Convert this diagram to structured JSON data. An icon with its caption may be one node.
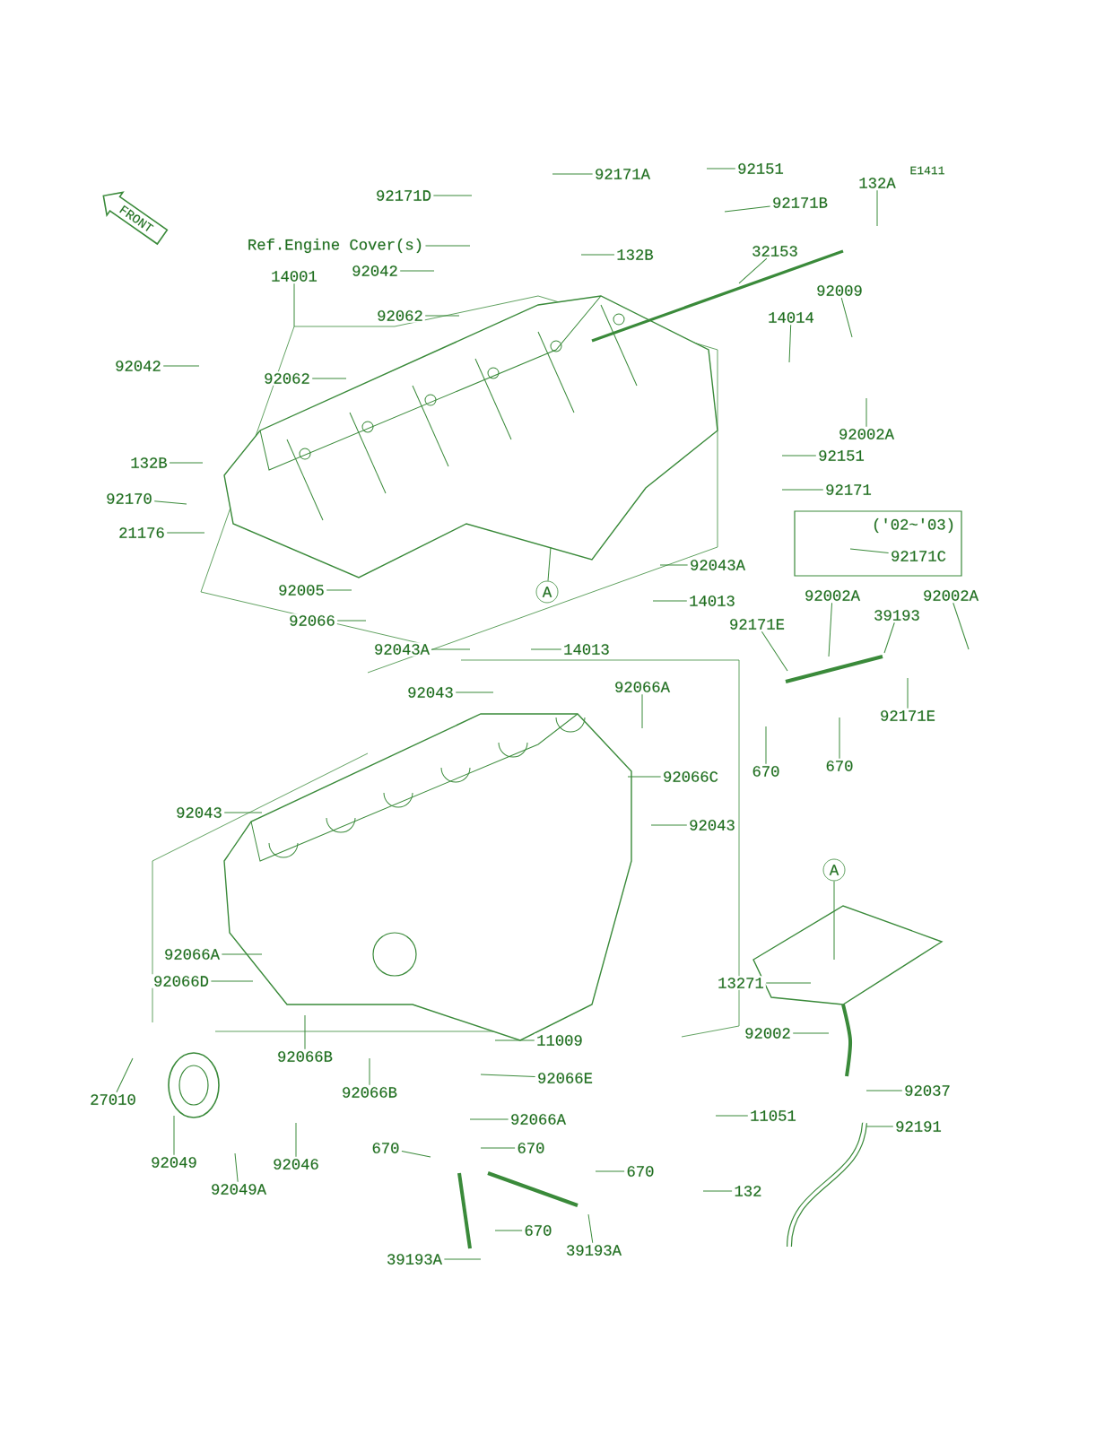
{
  "diagram": {
    "nodes": [
      {
        "text": [
          "92171D"
        ]
      },
      {
        "text": [
          "92171A"
        ]
      },
      {
        "text": [
          "92151"
        ]
      },
      {
        "text": [
          "132A"
        ]
      },
      {
        "text": [
          "92171B"
        ]
      },
      {
        "text": [
          "Ref.Engine Cover(s)"
        ]
      },
      {
        "text": [
          "32153"
        ]
      },
      {
        "text": [
          "132B"
        ]
      },
      {
        "text": [
          "92042"
        ]
      },
      {
        "text": [
          "14001"
        ]
      },
      {
        "text": [
          "92009"
        ]
      },
      {
        "text": [
          "92062"
        ]
      },
      {
        "text": [
          "14014"
        ]
      },
      {
        "text": [
          "92042"
        ]
      },
      {
        "text": [
          "92062"
        ]
      },
      {
        "text": [
          "92002A"
        ]
      },
      {
        "text": [
          "92151"
        ]
      },
      {
        "text": [
          "132B"
        ]
      },
      {
        "text": [
          "92171"
        ]
      },
      {
        "text": [
          "92170"
        ]
      },
      {
        "text": [
          "('02~'03)"
        ]
      },
      {
        "text": [
          "92171C"
        ],
        "in": 20
      },
      {
        "text": [
          "21176"
        ]
      },
      {
        "text": [
          "92043A"
        ]
      },
      {
        "text": [
          "92005"
        ]
      },
      {
        "text": [
          "92002A"
        ]
      },
      {
        "text": [
          "92002A"
        ]
      },
      {
        "text": [
          "14013"
        ]
      },
      {
        "text": [
          "39193"
        ]
      },
      {
        "text": [
          "92066"
        ]
      },
      {
        "text": [
          "92171E"
        ]
      },
      {
        "text": [
          "92043A"
        ]
      },
      {
        "text": [
          "14013"
        ]
      },
      {
        "text": [
          "92066A"
        ]
      },
      {
        "text": [
          "92043"
        ]
      },
      {
        "text": [
          "92171E"
        ]
      },
      {
        "text": [
          "670"
        ]
      },
      {
        "text": [
          "670"
        ]
      },
      {
        "text": [
          "92066C"
        ]
      },
      {
        "text": [
          "92043"
        ]
      },
      {
        "text": [
          "92043"
        ]
      },
      {
        "text": [
          "92066A"
        ]
      },
      {
        "text": [
          "92066D"
        ]
      },
      {
        "text": [
          "13271"
        ]
      },
      {
        "text": [
          "92002"
        ]
      },
      {
        "text": [
          "11009"
        ]
      },
      {
        "text": [
          "92066B"
        ]
      },
      {
        "text": [
          "92066E"
        ]
      },
      {
        "text": [
          "92037"
        ]
      },
      {
        "text": [
          "92066B"
        ]
      },
      {
        "text": [
          "92066A"
        ]
      },
      {
        "text": [
          "27010"
        ]
      },
      {
        "text": [
          "11051"
        ]
      },
      {
        "text": [
          "92191"
        ]
      },
      {
        "text": [
          "670"
        ]
      },
      {
        "text": [
          "670"
        ]
      },
      {
        "text": [
          "92049"
        ]
      },
      {
        "text": [
          "92046"
        ]
      },
      {
        "text": [
          "670"
        ]
      },
      {
        "text": [
          "92049A"
        ]
      },
      {
        "text": [
          "132"
        ]
      },
      {
        "text": [
          "670"
        ]
      },
      {
        "text": [
          "39193A"
        ]
      },
      {
        "text": [
          "39193A"
        ]
      },
      {
        "text": [
          "FRONT"
        ]
      },
      {
        "text": [
          "A"
        ]
      },
      {
        "text": [
          "A"
        ]
      }
    ],
    "edges": [
      {
        "from": 0,
        "to": null,
        "arrow": "none"
      },
      {
        "from": 1,
        "to": null,
        "arrow": "none"
      },
      {
        "from": 2,
        "to": null,
        "arrow": "none"
      },
      {
        "from": 3,
        "to": null,
        "arrow": "none"
      },
      {
        "from": 4,
        "to": null,
        "arrow": "none"
      },
      {
        "from": 5,
        "to": null,
        "arrow": "none"
      },
      {
        "from": 6,
        "to": null,
        "arrow": "none"
      },
      {
        "from": 7,
        "to": null,
        "arrow": "none"
      },
      {
        "from": 8,
        "to": null,
        "arrow": "none"
      },
      {
        "from": 9,
        "to": null,
        "arrow": "none"
      },
      {
        "from": 10,
        "to": null,
        "arrow": "none"
      },
      {
        "from": 11,
        "to": null,
        "arrow": "none"
      },
      {
        "from": 12,
        "to": null,
        "arrow": "none"
      },
      {
        "from": 13,
        "to": null,
        "arrow": "none"
      },
      {
        "from": 14,
        "to": null,
        "arrow": "none"
      },
      {
        "from": 15,
        "to": null,
        "arrow": "none"
      },
      {
        "from": 16,
        "to": null,
        "arrow": "none"
      },
      {
        "from": 17,
        "to": null,
        "arrow": "none"
      },
      {
        "from": 18,
        "to": null,
        "arrow": "none"
      },
      {
        "from": 19,
        "to": null,
        "arrow": "none"
      },
      {
        "from": 21,
        "to": null,
        "arrow": "none"
      },
      {
        "from": 22,
        "to": null,
        "arrow": "none"
      },
      {
        "from": 23,
        "to": null,
        "arrow": "none"
      },
      {
        "from": 24,
        "to": null,
        "arrow": "none"
      },
      {
        "from": 25,
        "to": null,
        "arrow": "none"
      },
      {
        "from": 26,
        "to": null,
        "arrow": "none"
      },
      {
        "from": 27,
        "to": null,
        "arrow": "none"
      },
      {
        "from": 28,
        "to": null,
        "arrow": "none"
      },
      {
        "from": 29,
        "to": null,
        "arrow": "none"
      },
      {
        "from": 30,
        "to": null,
        "arrow": "none"
      },
      {
        "from": 31,
        "to": null,
        "arrow": "none"
      },
      {
        "from": 32,
        "to": null,
        "arrow": "none"
      },
      {
        "from": 33,
        "to": null,
        "arrow": "none"
      },
      {
        "from": 34,
        "to": null,
        "arrow": "none"
      },
      {
        "from": 35,
        "to": null,
        "arrow": "none"
      },
      {
        "from": 36,
        "to": null,
        "arrow": "none"
      },
      {
        "from": 37,
        "to": null,
        "arrow": "none"
      },
      {
        "from": 38,
        "to": null,
        "arrow": "none"
      },
      {
        "from": 39,
        "to": null,
        "arrow": "none"
      },
      {
        "from": 40,
        "to": null,
        "arrow": "none"
      },
      {
        "from": 41,
        "to": null,
        "arrow": "none"
      },
      {
        "from": 42,
        "to": null,
        "arrow": "none"
      },
      {
        "from": 43,
        "to": null,
        "arrow": "none"
      },
      {
        "from": 44,
        "to": null,
        "arrow": "none"
      },
      {
        "from": 45,
        "to": null,
        "arrow": "none"
      },
      {
        "from": 46,
        "to": null,
        "arrow": "none"
      },
      {
        "from": 47,
        "to": null,
        "arrow": "none"
      },
      {
        "from": 48,
        "to": null,
        "arrow": "none"
      },
      {
        "from": 49,
        "to": null,
        "arrow": "none"
      },
      {
        "from": 50,
        "to": null,
        "arrow": "none"
      },
      {
        "from": 51,
        "to": null,
        "arrow": "none"
      },
      {
        "from": 52,
        "to": null,
        "arrow": "none"
      },
      {
        "from": 53,
        "to": null,
        "arrow": "none"
      },
      {
        "from": 54,
        "to": null,
        "arrow": "none"
      },
      {
        "from": 55,
        "to": null,
        "arrow": "none"
      },
      {
        "from": 56,
        "to": null,
        "arrow": "none"
      },
      {
        "from": 57,
        "to": null,
        "arrow": "none"
      },
      {
        "from": 58,
        "to": null,
        "arrow": "none"
      },
      {
        "from": 59,
        "to": null,
        "arrow": "none"
      },
      {
        "from": 60,
        "to": null,
        "arrow": "none"
      },
      {
        "from": 61,
        "to": null,
        "arrow": "none"
      },
      {
        "from": 62,
        "to": null,
        "arrow": "none"
      },
      {
        "from": 63,
        "to": null,
        "arrow": "none"
      },
      {
        "from": 65,
        "to": null,
        "arrow": "none"
      },
      {
        "from": 66,
        "to": null,
        "arrow": "none"
      }
    ],
    "labels": [
      "E1411"
    ]
  }
}
